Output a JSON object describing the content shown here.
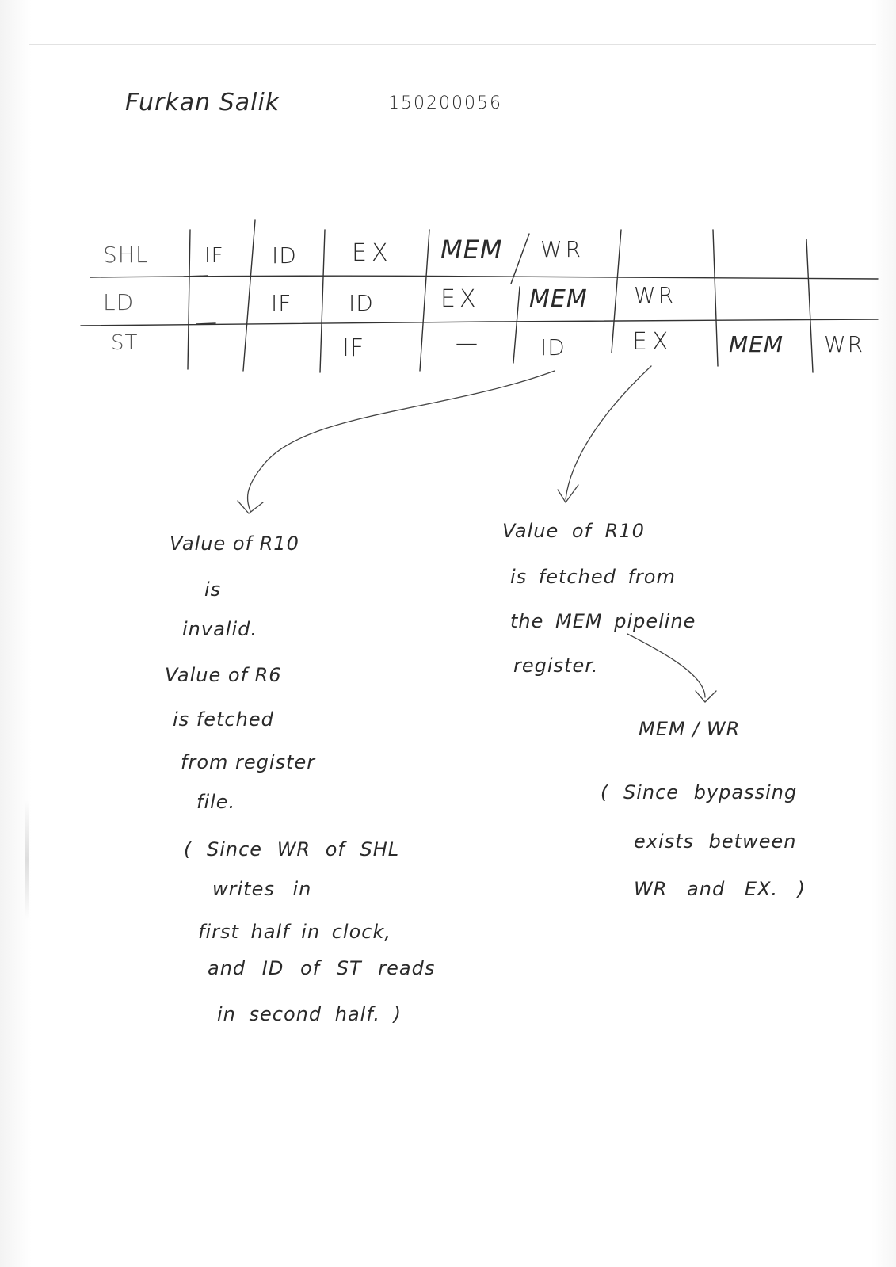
{
  "header": {
    "name": "Furkan Salik",
    "student_id": "150200056"
  },
  "pipeline": {
    "rows": [
      {
        "label": "SHL",
        "stages": [
          "IF",
          "ID",
          "EX",
          "MEM",
          "WR"
        ]
      },
      {
        "label": "LD",
        "stages": [
          "IF",
          "ID",
          "EX",
          "MEM",
          "WR"
        ]
      },
      {
        "label": "ST",
        "stages": [
          "IF",
          "—",
          "ID",
          "EX",
          "MEM",
          "WR"
        ]
      }
    ]
  },
  "notes": {
    "left": {
      "lines": [
        "Value of R10",
        "is",
        "invalid.",
        "Value of R6",
        "is fetched",
        "from register",
        "file.",
        "( Since WR of SHL",
        "writes in",
        "first half in clock,",
        "and ID of ST reads",
        "in second half. )"
      ]
    },
    "right": {
      "lines": [
        "Value of R10",
        "is fetched from",
        "the MEM pipeline",
        "register."
      ],
      "target": "MEM / WR",
      "reason_lines": [
        "( Since bypassing",
        "exists between",
        "WR and EX. )"
      ]
    }
  }
}
